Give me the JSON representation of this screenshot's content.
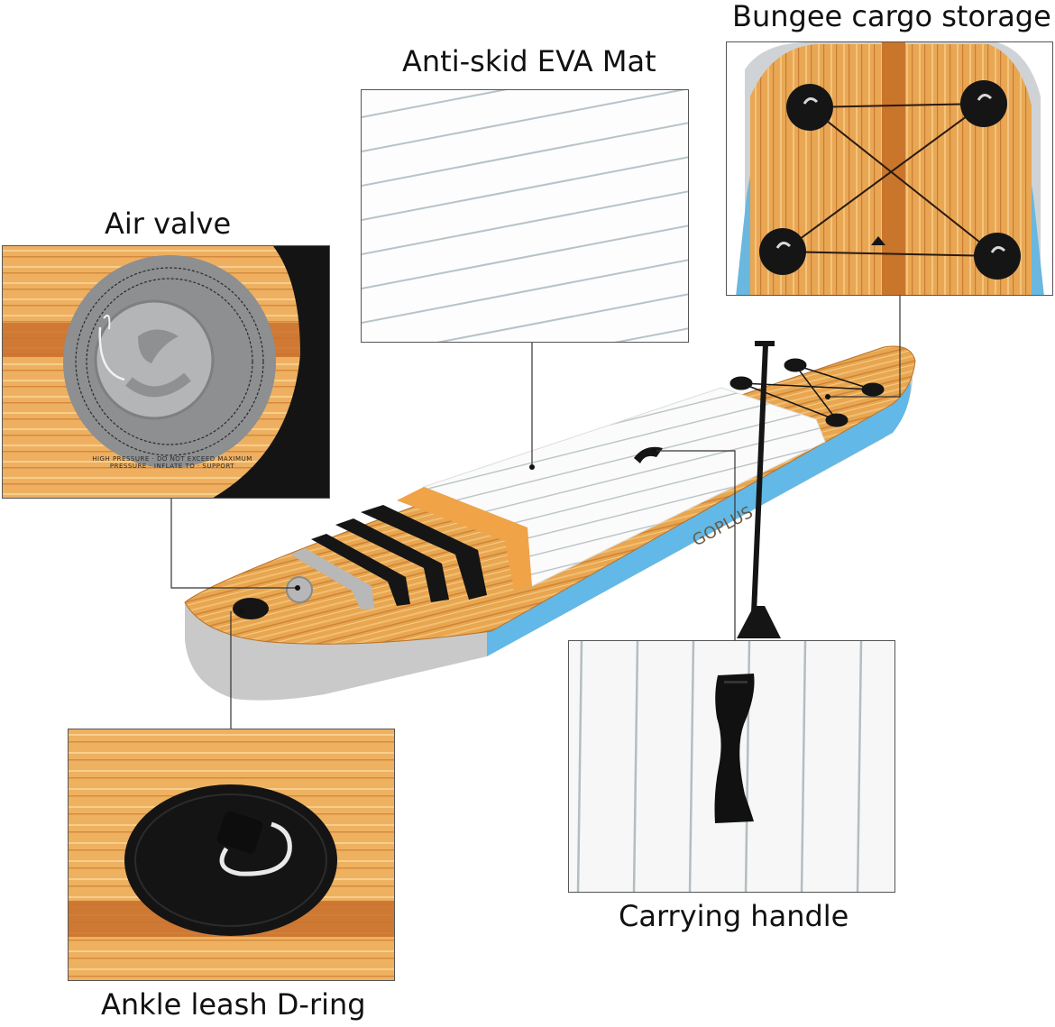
{
  "features": {
    "bungee": {
      "label": "Bungee cargo storage"
    },
    "mat": {
      "label": "Anti-skid EVA Mat"
    },
    "valve": {
      "label": "Air valve",
      "ring_text": "HIGH PRESSURE · DO NOT EXCEED MAXIMUM PRESSURE · INFLATE TO · SUPPORT"
    },
    "handle": {
      "label": "Carrying handle"
    },
    "dring": {
      "label": "Ankle leash D-ring"
    }
  },
  "board": {
    "brand": "GOPLUS"
  },
  "colors": {
    "wood": "#e7a54e",
    "wood_dark": "#c8702a",
    "wood_light": "#f3c37c",
    "rail_blue": "#62b8e6",
    "rail_grey": "#c9c9c9",
    "mat_white": "#fbfbfb",
    "accent_orange": "#f0a347",
    "black": "#151515"
  }
}
